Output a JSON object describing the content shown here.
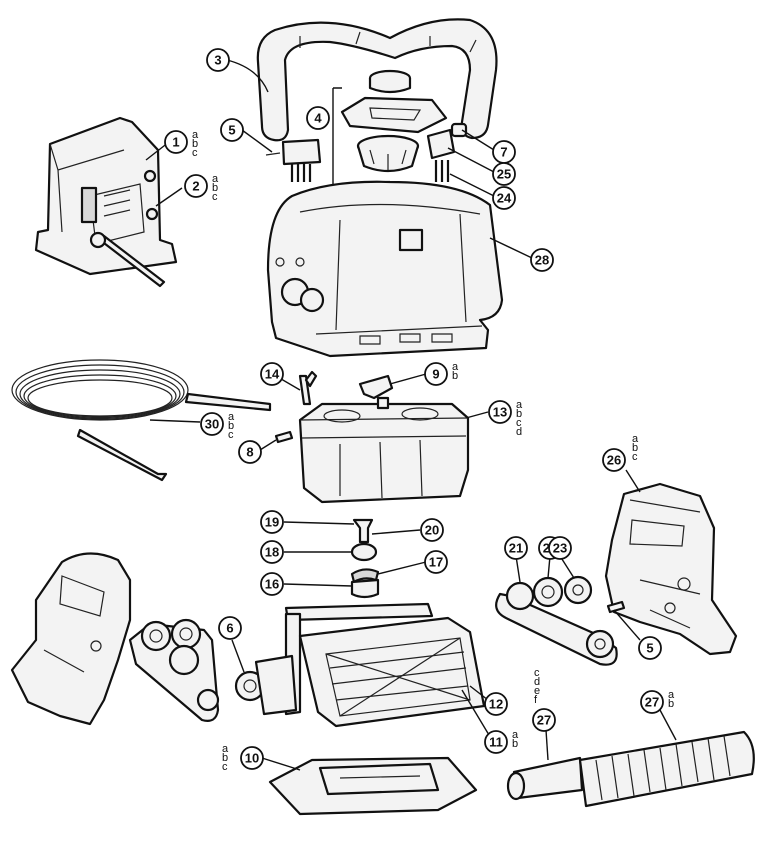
{
  "callouts": [
    {
      "id": "1",
      "variants": [
        "a",
        "b",
        "c"
      ]
    },
    {
      "id": "2",
      "variants": [
        "a",
        "b",
        "c"
      ]
    },
    {
      "id": "3",
      "variants": []
    },
    {
      "id": "4",
      "variants": []
    },
    {
      "id": "5",
      "variants": []
    },
    {
      "id": "7",
      "variants": []
    },
    {
      "id": "25",
      "variants": []
    },
    {
      "id": "24",
      "variants": []
    },
    {
      "id": "28",
      "variants": []
    },
    {
      "id": "14",
      "variants": []
    },
    {
      "id": "9",
      "variants": [
        "a",
        "b"
      ]
    },
    {
      "id": "13",
      "variants": [
        "a",
        "b",
        "c",
        "d"
      ]
    },
    {
      "id": "30",
      "variants": [
        "a",
        "b",
        "c"
      ]
    },
    {
      "id": "8",
      "variants": []
    },
    {
      "id": "26",
      "variants": [
        "a",
        "b",
        "c"
      ]
    },
    {
      "id": "19",
      "variants": []
    },
    {
      "id": "20",
      "variants": []
    },
    {
      "id": "18",
      "variants": []
    },
    {
      "id": "17",
      "variants": []
    },
    {
      "id": "16",
      "variants": []
    },
    {
      "id": "21",
      "variants": []
    },
    {
      "id": "22",
      "variants": []
    },
    {
      "id": "23",
      "variants": []
    },
    {
      "id": "5",
      "variants": []
    },
    {
      "id": "6",
      "variants": []
    },
    {
      "id": "12",
      "variants": []
    },
    {
      "id": "11",
      "variants": [
        "a",
        "b"
      ]
    },
    {
      "id": "27",
      "variants": [
        "c",
        "d",
        "e",
        "f"
      ]
    },
    {
      "id": "27",
      "variants": [
        "a",
        "b"
      ]
    },
    {
      "id": "10",
      "variants": [
        "a",
        "b",
        "c"
      ]
    }
  ]
}
